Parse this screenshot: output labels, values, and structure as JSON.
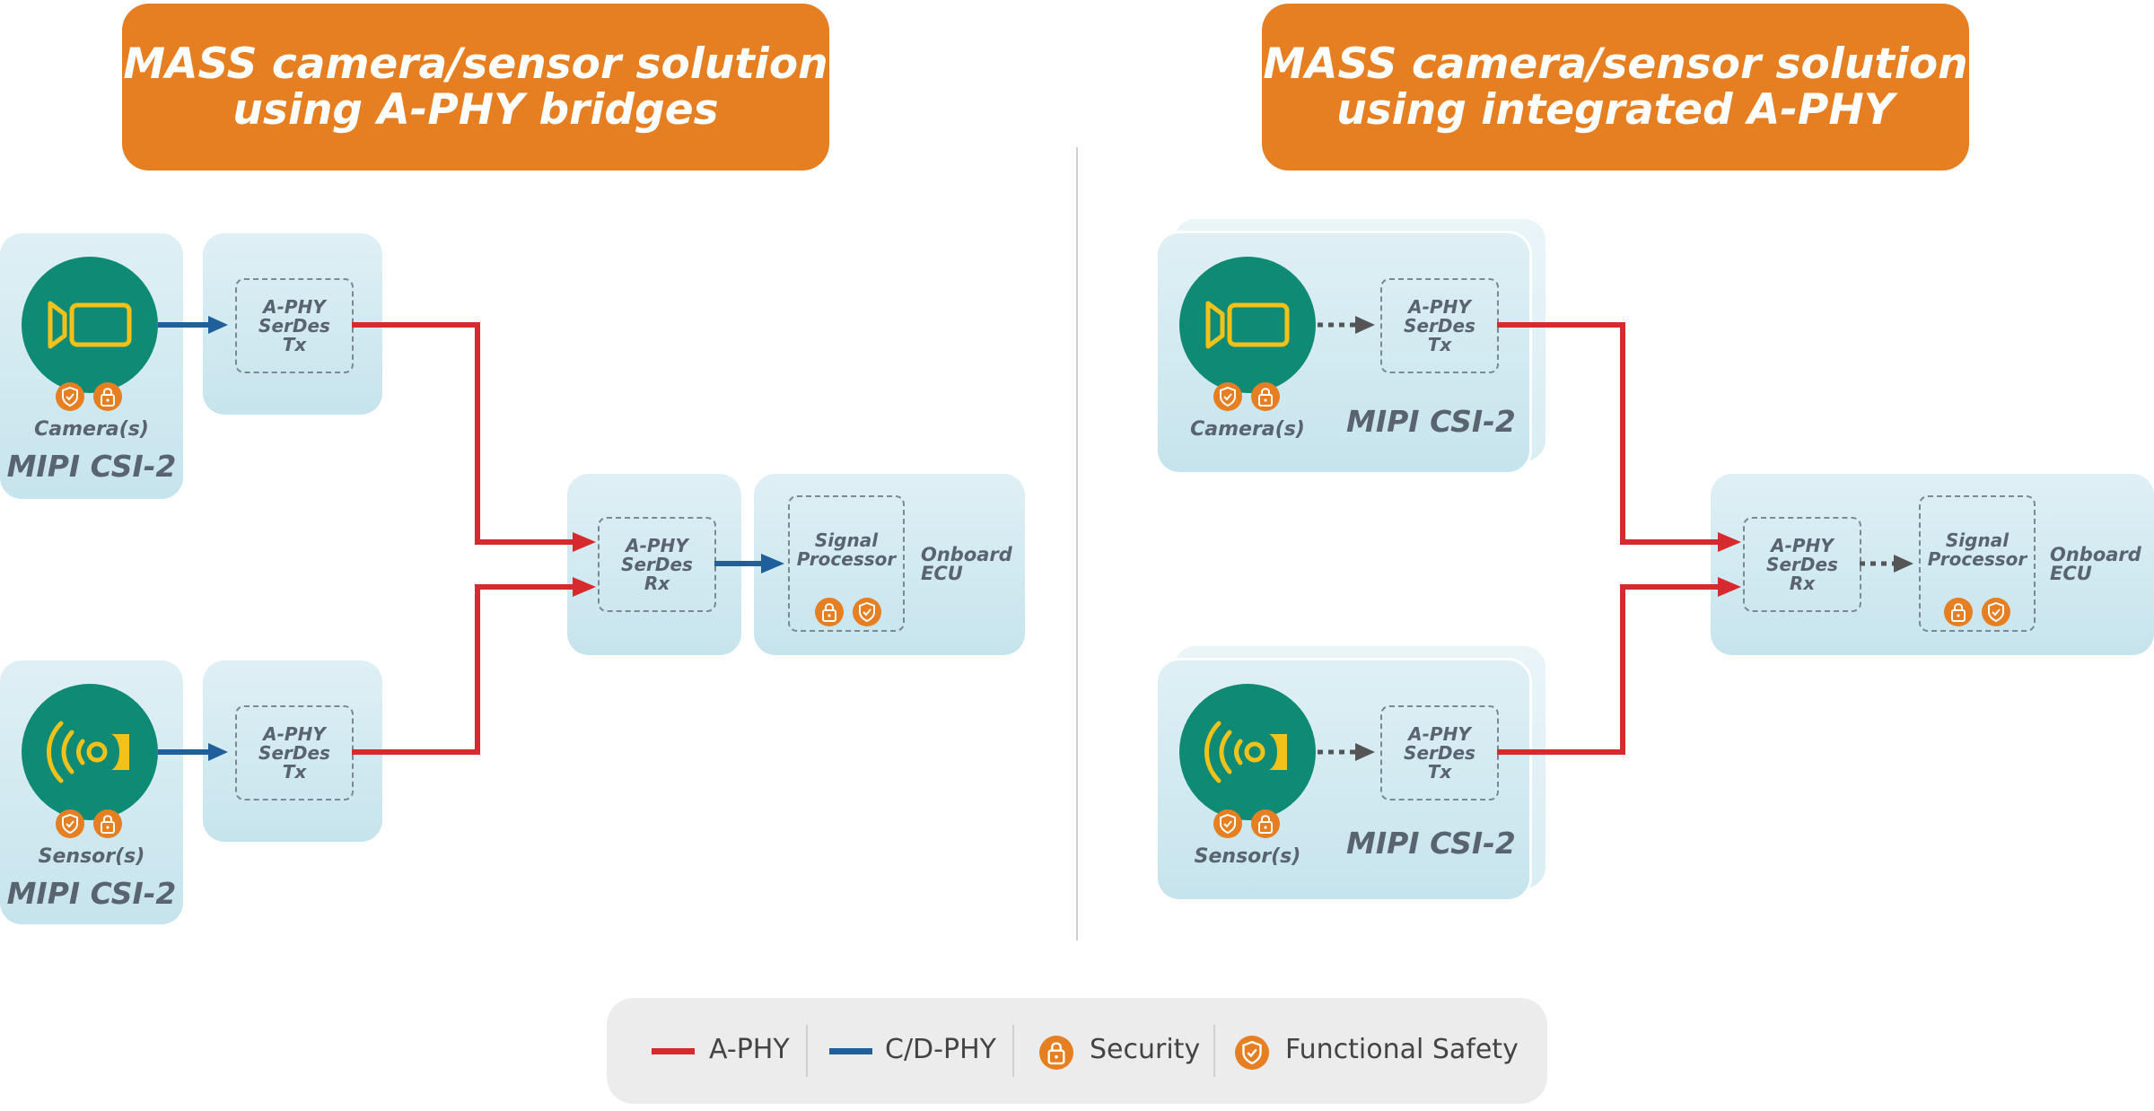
{
  "left_panel": {
    "title_line1": "MASS camera/sensor solution",
    "title_line2": "using A-PHY bridges",
    "camera_label": "Camera(s)",
    "camera_protocol": "MIPI CSI-2",
    "sensor_label": "Sensor(s)",
    "sensor_protocol": "MIPI CSI-2",
    "tx_top": [
      "A-PHY",
      "SerDes",
      "Tx"
    ],
    "tx_bottom": [
      "A-PHY",
      "SerDes",
      "Tx"
    ],
    "rx": [
      "A-PHY",
      "SerDes",
      "Rx"
    ],
    "signal_processor": [
      "Signal",
      "Processor"
    ],
    "ecu": [
      "Onboard",
      "ECU"
    ]
  },
  "right_panel": {
    "title_line1": "MASS camera/sensor solution",
    "title_line2": "using integrated A-PHY",
    "camera_label": "Camera(s)",
    "camera_protocol": "MIPI CSI-2",
    "sensor_label": "Sensor(s)",
    "sensor_protocol": "MIPI CSI-2",
    "tx_top": [
      "A-PHY",
      "SerDes",
      "Tx"
    ],
    "tx_bottom": [
      "A-PHY",
      "SerDes",
      "Tx"
    ],
    "rx": [
      "A-PHY",
      "SerDes",
      "Rx"
    ],
    "signal_processor": [
      "Signal",
      "Processor"
    ],
    "ecu": [
      "Onboard",
      "ECU"
    ]
  },
  "legend": {
    "aphy": "A-PHY",
    "cdphy": "C/D-PHY",
    "security": "Security",
    "safety": "Functional Safety"
  },
  "colors": {
    "orange": "#e67e22",
    "aphy_red": "#d62a2f",
    "cdphy_blue": "#1f5f9a",
    "teal": "#0f8a74",
    "icon_yellow": "#f2c21b",
    "box_blue": "#cfe8ef"
  }
}
